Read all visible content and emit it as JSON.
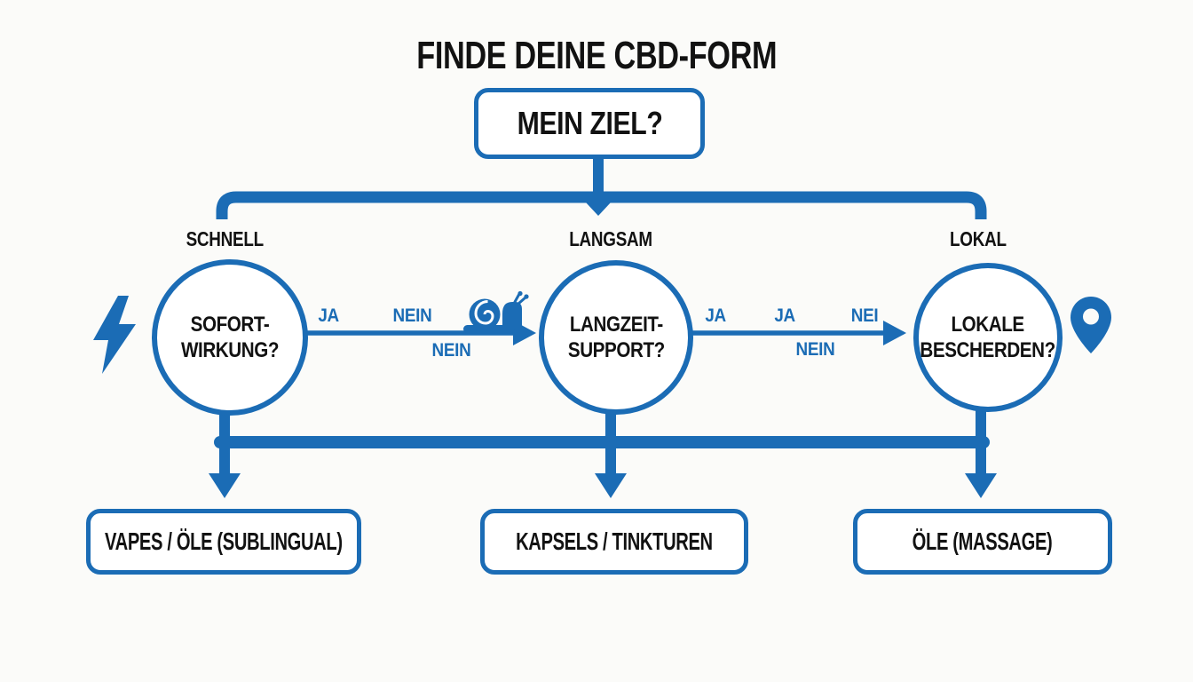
{
  "title": "FINDE DEINE CBD-FORM",
  "root": {
    "label": "MEIN ZIEL?"
  },
  "branch_labels": {
    "left": "SCHNELL",
    "middle": "LANGSAM",
    "right": "LOKAL"
  },
  "nodes": {
    "left": {
      "line1": "SOFORT-",
      "line2": "WIRKUNG?"
    },
    "middle": {
      "line1": "LANGZEIT-",
      "line2": "SUPPORT?"
    },
    "right": {
      "line1": "LOKALE",
      "line2": "BESCHERDEN?"
    }
  },
  "edge_left_middle": {
    "label_ja": "JA",
    "label_nein_above": "NEIN",
    "label_nein_below": "NEIN"
  },
  "edge_middle_right": {
    "label_ja_1": "JA",
    "label_ja_2": "JA",
    "label_nei": "NEI",
    "label_nein_below": "NEIN"
  },
  "results": {
    "left": "VAPES / ÖLE (SUBLINGUAL)",
    "middle": "KAPSELS / TINKTUREN",
    "right": "ÖLE (MASSAGE)"
  },
  "icons": {
    "left": "lightning-icon",
    "middle": "snail-icon",
    "right": "location-pin-icon"
  },
  "colors": {
    "accent_blue": "#1b6cb5",
    "ink": "#121212",
    "background": "#fbfbf9",
    "node_fill": "#ffffff"
  }
}
